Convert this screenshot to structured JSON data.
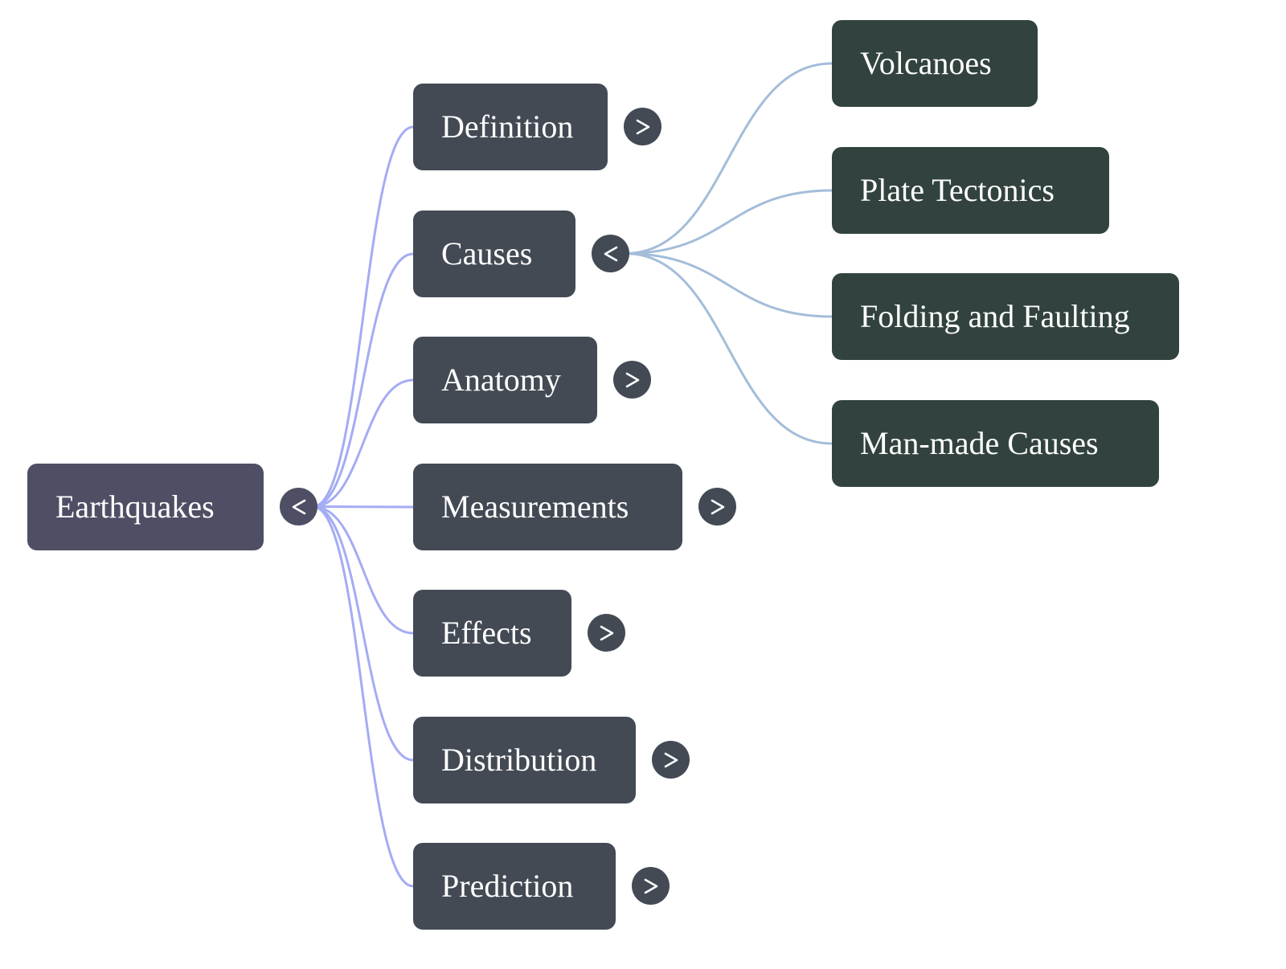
{
  "colors": {
    "root_node": "#4e4f64",
    "branch_node": "#434a54",
    "leaf_node": "#32433f",
    "root_edge": "#a4acf4",
    "causes_edge": "#a3bdd9",
    "text": "#ffffff"
  },
  "root": {
    "label": "Earthquakes",
    "toggle_state": "expanded",
    "toggle_glyph": "<"
  },
  "branches": [
    {
      "label": "Definition",
      "toggle_state": "collapsed",
      "toggle_glyph": ">"
    },
    {
      "label": "Causes",
      "toggle_state": "expanded",
      "toggle_glyph": "<",
      "children": [
        {
          "label": "Volcanoes"
        },
        {
          "label": "Plate Tectonics"
        },
        {
          "label": "Folding and Faulting"
        },
        {
          "label": "Man-made Causes"
        }
      ]
    },
    {
      "label": "Anatomy",
      "toggle_state": "collapsed",
      "toggle_glyph": ">"
    },
    {
      "label": "Measurements",
      "toggle_state": "collapsed",
      "toggle_glyph": ">"
    },
    {
      "label": "Effects",
      "toggle_state": "collapsed",
      "toggle_glyph": ">"
    },
    {
      "label": "Distribution",
      "toggle_state": "collapsed",
      "toggle_glyph": ">"
    },
    {
      "label": "Prediction",
      "toggle_state": "collapsed",
      "toggle_glyph": ">"
    }
  ]
}
